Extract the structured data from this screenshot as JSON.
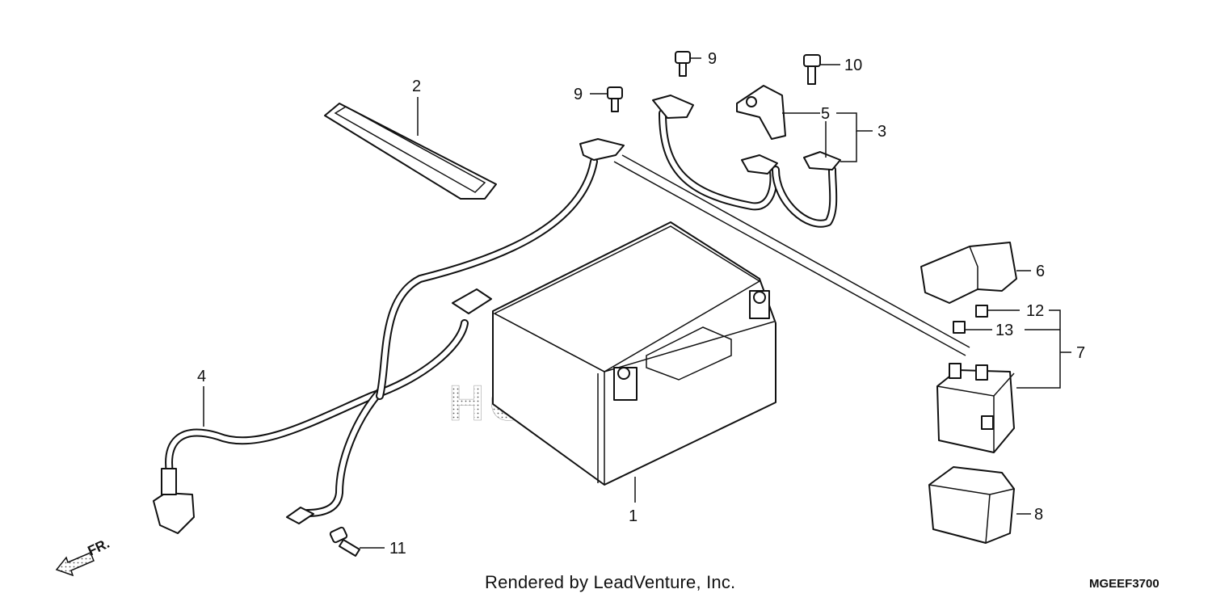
{
  "diagram": {
    "callouts": [
      {
        "id": "c1",
        "label": "1"
      },
      {
        "id": "c2",
        "label": "2"
      },
      {
        "id": "c3",
        "label": "3"
      },
      {
        "id": "c4",
        "label": "4"
      },
      {
        "id": "c5",
        "label": "5"
      },
      {
        "id": "c6",
        "label": "6"
      },
      {
        "id": "c7",
        "label": "7"
      },
      {
        "id": "c8",
        "label": "8"
      },
      {
        "id": "c9a",
        "label": "9"
      },
      {
        "id": "c9b",
        "label": "9"
      },
      {
        "id": "c10",
        "label": "10"
      },
      {
        "id": "c11",
        "label": "11"
      },
      {
        "id": "c12",
        "label": "12"
      },
      {
        "id": "c13",
        "label": "13"
      }
    ],
    "direction_marker": "FR.",
    "watermark": "HONDA",
    "caption": "Rendered by LeadVenture, Inc.",
    "diagram_code": "MGEEF3700"
  }
}
